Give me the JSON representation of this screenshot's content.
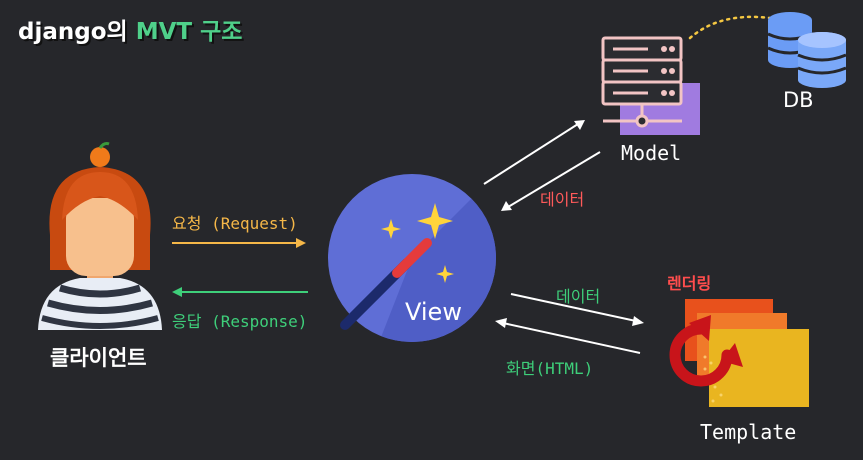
{
  "title": {
    "prefix": "django의 ",
    "accent": "MVT 구조"
  },
  "nodes": {
    "client": "클라이언트",
    "view": "View",
    "model": "Model",
    "db": "DB",
    "template": "Template"
  },
  "edges": {
    "request": "요청 (Request)",
    "response": "응답 (Response)",
    "model_data": "데이터",
    "template_data": "데이터",
    "screen": "화면(HTML)",
    "rendering": "렌더링"
  },
  "colors": {
    "request": "#f5b748",
    "response": "#3ecf7a",
    "model_data": "#ff5a5a",
    "template_data": "#3ecf7a",
    "screen": "#3ecf7a",
    "rendering": "#ff4d4d"
  }
}
